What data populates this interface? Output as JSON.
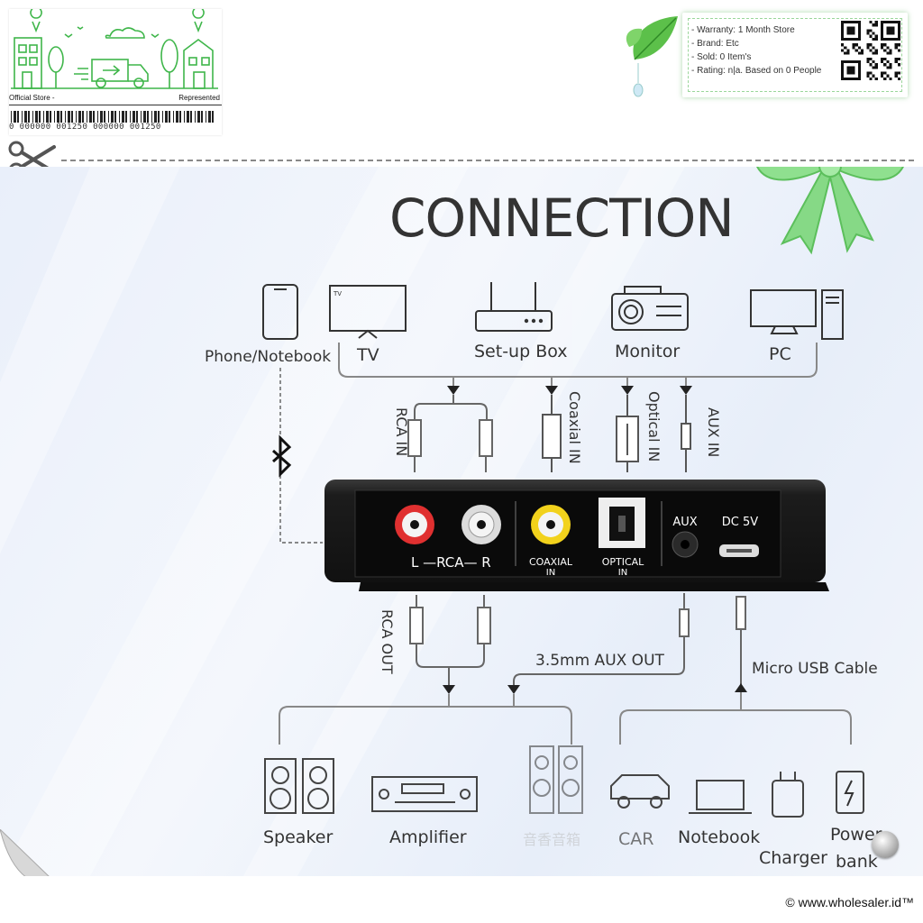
{
  "store": {
    "official_label": "Official Store -",
    "represented_label": "Represented",
    "barcode_digits": "0 000000 001250 000000 001250"
  },
  "info": {
    "warranty": "- Warranty: 1 Month Store",
    "brand": "- Brand: Etc",
    "sold": "- Sold: 0 Item's",
    "rating": "- Rating: n|a. Based on 0 People"
  },
  "diagram": {
    "title": "CONNECTION",
    "sources": {
      "phone": "Phone/Notebook",
      "tv": "TV",
      "tv_screen_label": "TV",
      "setup_box": "Set-up Box",
      "monitor": "Monitor",
      "pc": "PC"
    },
    "inputs": {
      "rca_in": "RCA IN",
      "coaxial_in": "Coaxial IN",
      "optical_in": "Optical IN",
      "aux_in": "AUX IN"
    },
    "device_ports": {
      "rca": "L —RCA— R",
      "coaxial_line1": "COAXIAL",
      "coaxial_line2": "IN",
      "optical_line1": "OPTICAL",
      "optical_line2": "IN",
      "aux": "AUX",
      "dc": "DC 5V"
    },
    "outputs": {
      "rca_out": "RCA OUT",
      "aux_out": "3.5mm AUX OUT",
      "micro_usb": "Micro USB Cable"
    },
    "destinations": {
      "speaker": "Speaker",
      "amplifier": "Amplifier",
      "speaker2": "音香音箱",
      "car": "CAR",
      "notebook": "Notebook",
      "charger": "Charger",
      "power_bank_line1": "Power",
      "power_bank_line2": "bank"
    }
  },
  "footer": {
    "copyright": "© www.wholesaler.id™"
  },
  "colors": {
    "accent_green": "#3fb64a",
    "diagram_bg": "#eaf0fa",
    "device_body": "#1e1e1e",
    "rca_red": "#e03030",
    "coaxial_yellow": "#f2d21c"
  },
  "icons": [
    "scissors-icon",
    "leaf-icon",
    "ribbon-bow-icon",
    "bluetooth-icon",
    "qr-code-icon",
    "barcode-icon"
  ]
}
